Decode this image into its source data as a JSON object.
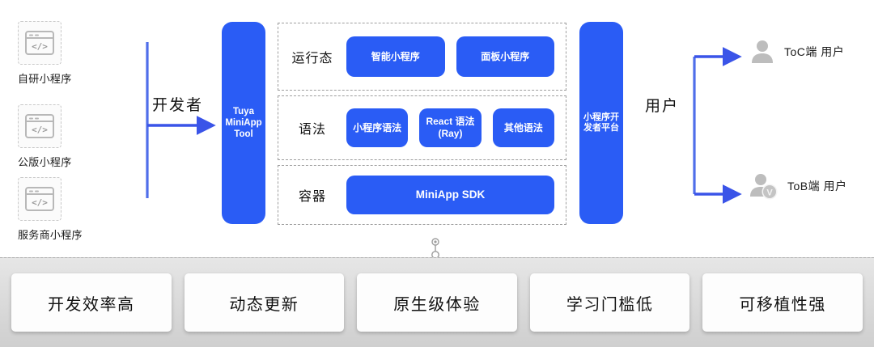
{
  "sources": {
    "items": [
      {
        "label": "自研小程序",
        "icon": "code-window-icon"
      },
      {
        "label": "公版小程序",
        "icon": "code-window-icon"
      },
      {
        "label": "服务商小程序",
        "icon": "code-window-icon"
      }
    ]
  },
  "flow": {
    "developer_label": "开发者",
    "user_label": "用户"
  },
  "tool": {
    "line1": "Tuya",
    "line2": "MiniApp",
    "line3": "Tool"
  },
  "platform": {
    "line1": "小程序开",
    "line2": "发者平台"
  },
  "layers": [
    {
      "title": "运行态",
      "chips": [
        "智能小程序",
        "面板小程序"
      ]
    },
    {
      "title": "语法",
      "chips": [
        "小程序语法",
        "React 语法\n(Ray)",
        "其他语法"
      ]
    },
    {
      "title": "容器",
      "chips": [
        "MiniApp SDK"
      ]
    }
  ],
  "layer_chip_text": {
    "runtime_0": "智能小程序",
    "runtime_1": "面板小程序",
    "syntax_0": "小程序语法",
    "syntax_1a": "React 语法",
    "syntax_1b": "(Ray)",
    "syntax_2": "其他语法",
    "container_0": "MiniApp SDK"
  },
  "users": [
    {
      "label": "ToC端  用户",
      "icon": "person-icon"
    },
    {
      "label": "ToB端  用户",
      "icon": "person-verified-icon"
    }
  ],
  "features": [
    "开发效率高",
    "动态更新",
    "原生级体验",
    "学习门槛低",
    "可移植性强"
  ],
  "colors": {
    "brand_blue": "#2a5cf5",
    "wire_light": "#8ec8f0",
    "wire_deep": "#3a54e8",
    "icon_gray": "#b3b3b3",
    "strip_gray": "#d9d9d9"
  }
}
